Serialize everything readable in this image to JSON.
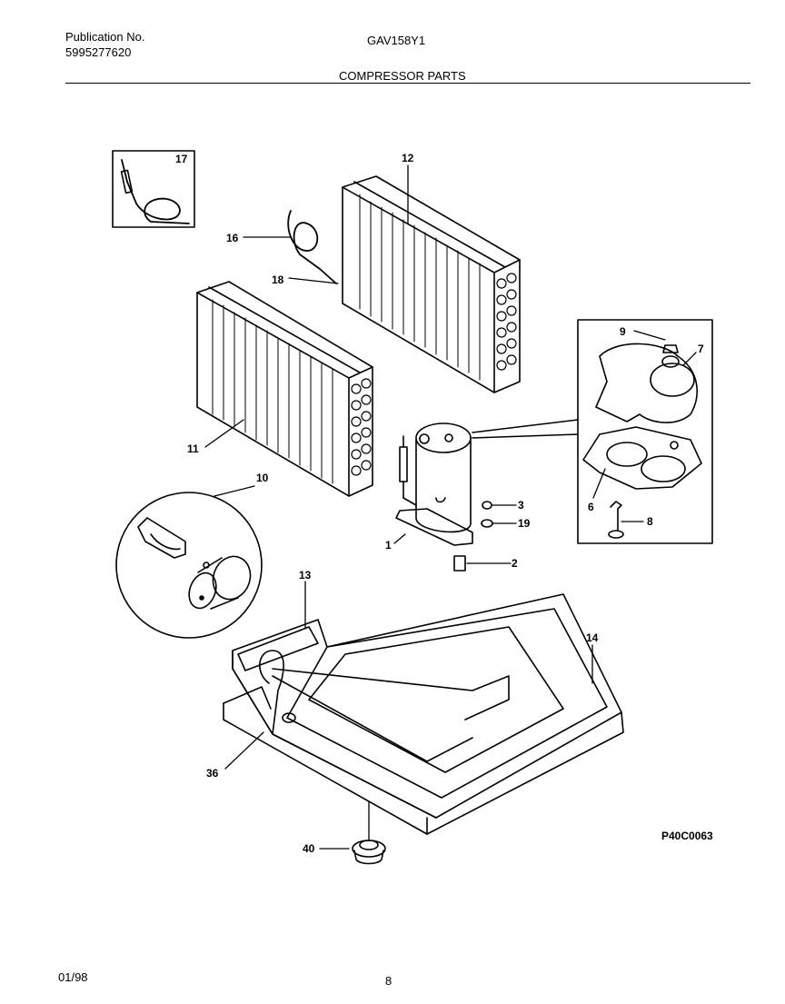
{
  "header": {
    "publication_label": "Publication No.",
    "publication_number": "5995277620",
    "model": "GAV158Y1",
    "section_title": "COMPRESSOR PARTS"
  },
  "diagram": {
    "callouts": [
      {
        "id": "17",
        "text": "17"
      },
      {
        "id": "12",
        "text": "12"
      },
      {
        "id": "16",
        "text": "16"
      },
      {
        "id": "18",
        "text": "18"
      },
      {
        "id": "9",
        "text": "9"
      },
      {
        "id": "7",
        "text": "7"
      },
      {
        "id": "11",
        "text": "11"
      },
      {
        "id": "10",
        "text": "10"
      },
      {
        "id": "3",
        "text": "3"
      },
      {
        "id": "19",
        "text": "19"
      },
      {
        "id": "6",
        "text": "6"
      },
      {
        "id": "8",
        "text": "8"
      },
      {
        "id": "1",
        "text": "1"
      },
      {
        "id": "2",
        "text": "2"
      },
      {
        "id": "13",
        "text": "13"
      },
      {
        "id": "14",
        "text": "14"
      },
      {
        "id": "36",
        "text": "36"
      },
      {
        "id": "40",
        "text": "40"
      }
    ],
    "drawing_code": "P40C0063"
  },
  "footer": {
    "date": "01/98",
    "page": "8"
  }
}
